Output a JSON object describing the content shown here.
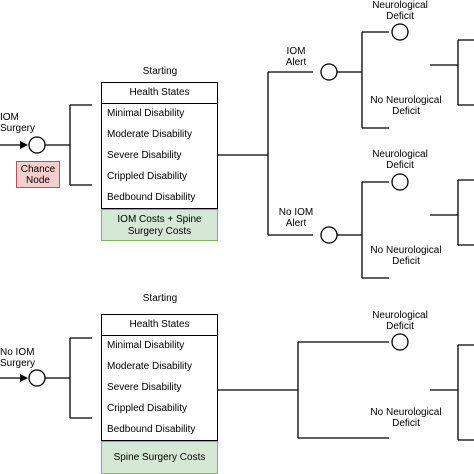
{
  "top": {
    "strategy_label": "IOM\nSurgery",
    "starting": "Starting",
    "health_header": "Health States",
    "states": [
      "Minimal Disability",
      "Moderate Disability",
      "Severe Disability",
      "Crippled Disability",
      "Bedbound Disability"
    ],
    "costs": "IOM Costs + Spine\nSurgery Costs",
    "chance_node": "Chance\nNode",
    "alert": "IOM\nAlert",
    "no_alert": "No IOM\nAlert",
    "deficit_a": "Neurological\nDeficit",
    "no_deficit_a": "No Neurological\nDeficit",
    "deficit_b": "Neurological\nDeficit",
    "no_deficit_b": "No Neurological\nDeficit"
  },
  "bottom": {
    "strategy_label": "No IOM\nSurgery",
    "starting": "Starting",
    "health_header": "Health States",
    "states": [
      "Minimal Disability",
      "Moderate Disability",
      "Severe Disability",
      "Crippled Disability",
      "Bedbound Disability"
    ],
    "costs": "Spine Surgery Costs",
    "deficit": "Neurological\nDeficit",
    "no_deficit": "No Neurological\nDeficit"
  },
  "colors": {
    "green_fill": "#d5e8d4",
    "green_border": "#82b366",
    "red_fill": "#f8cecc",
    "red_border": "#b85450"
  }
}
